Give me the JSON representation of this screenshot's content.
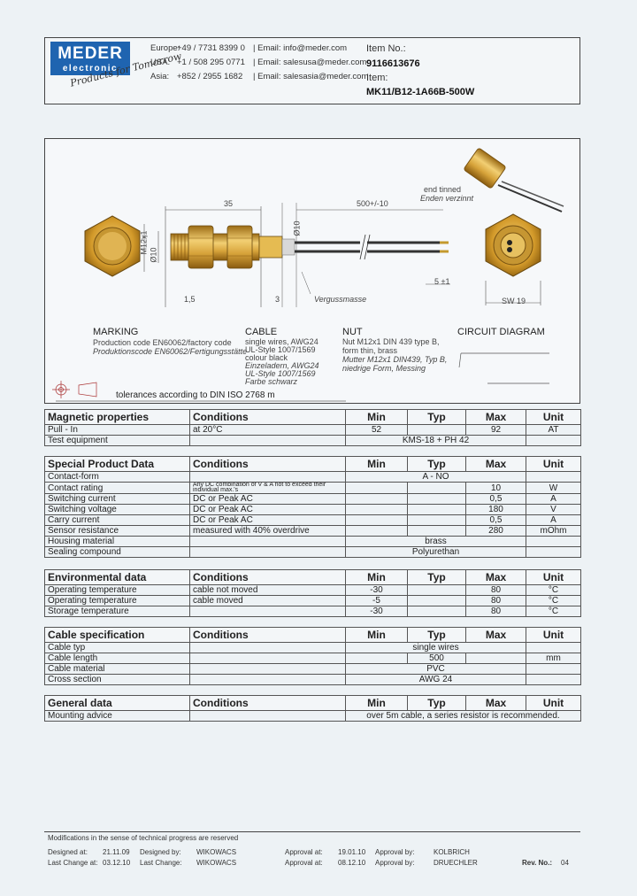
{
  "header": {
    "logo_main": "MEDER",
    "logo_sub": "electronic",
    "tagline": "Products for Tomorrow",
    "contacts": [
      {
        "region": "Europe:",
        "phone": "+49 / 7731 8399 0",
        "email": "| Email: info@meder.com"
      },
      {
        "region": "USA:",
        "phone": "+1 / 508 295 0771",
        "email": "| Email: salesusa@meder.com"
      },
      {
        "region": "Asia:",
        "phone": "+852 / 2955 1682",
        "email": "| Email: salesasia@meder.com"
      }
    ],
    "item_no_label": "Item No.:",
    "item_no_value": "9116613676",
    "item_label": "Item:",
    "item_value": "MK11/B12-1A66B-500W"
  },
  "drawing": {
    "dim_35": "35",
    "dim_500": "500+/-10",
    "dim_sw19": "SW 19",
    "dim_5": "5 ±1",
    "dim_15": "1,5",
    "dim_3": "3",
    "dim_d10": "Ø10",
    "dim_d10b": "Ø10",
    "dim_m12": "M12x1",
    "end_tinned": "end tinned",
    "end_tinned_2": "Enden verzinnt",
    "sealing": "Vergussmasse",
    "marking_title": "MARKING",
    "marking_1": "Production code EN60062/factory code",
    "marking_2": "Produktionscode EN60062/Fertigungsstätte",
    "cable_title": "CABLE",
    "cable_lines": [
      "single wires, AWG24",
      "UL-Style 1007/1569",
      "colour black",
      "Einzeladern, AWG24",
      "UL-Style 1007/1569",
      "Farbe schwarz"
    ],
    "nut_title": "NUT",
    "nut_lines": [
      "Nut M12x1 DIN 439 type B,",
      "form thin, brass",
      "Mutter M12x1 DIN439, Typ B,",
      "niedrige Form, Messing"
    ],
    "circuit_title": "CIRCUIT DIAGRAM",
    "tolerances": "tolerances according to DIN ISO 2768 m"
  },
  "tables": {
    "header_labels": {
      "conditions": "Conditions",
      "min": "Min",
      "typ": "Typ",
      "max": "Max",
      "unit": "Unit"
    },
    "magnetic": {
      "title": "Magnetic properties",
      "rows": [
        {
          "name": "Pull - In",
          "cond": "at 20°C",
          "min": "52",
          "typ": "",
          "max": "92",
          "unit": "AT"
        },
        {
          "name": "Test equipment",
          "span": "KMS-18 + PH 42"
        }
      ]
    },
    "special": {
      "title": "Special Product Data",
      "rows": [
        {
          "name": "Contact-form",
          "span": "A - NO"
        },
        {
          "name": "Contact rating",
          "cond": "Any DC combination of V & A not to exceed their individual max.'s",
          "min": "",
          "typ": "",
          "max": "10",
          "unit": "W"
        },
        {
          "name": "Switching current",
          "cond": "DC or Peak AC",
          "min": "",
          "typ": "",
          "max": "0,5",
          "unit": "A"
        },
        {
          "name": "Switching voltage",
          "cond": "DC or Peak AC",
          "min": "",
          "typ": "",
          "max": "180",
          "unit": "V"
        },
        {
          "name": "Carry current",
          "cond": "DC or Peak AC",
          "min": "",
          "typ": "",
          "max": "0,5",
          "unit": "A"
        },
        {
          "name": "Sensor resistance",
          "cond": "measured with 40% overdrive",
          "min": "",
          "typ": "",
          "max": "280",
          "unit": "mOhm"
        },
        {
          "name": "Housing material",
          "span": "brass"
        },
        {
          "name": "Sealing compound",
          "span": "Polyurethan"
        }
      ]
    },
    "environmental": {
      "title": "Environmental data",
      "rows": [
        {
          "name": "Operating temperature",
          "cond": "cable not moved",
          "min": "-30",
          "typ": "",
          "max": "80",
          "unit": "°C"
        },
        {
          "name": "Operating temperature",
          "cond": "cable moved",
          "min": "-5",
          "typ": "",
          "max": "80",
          "unit": "°C"
        },
        {
          "name": "Storage temperature",
          "cond": "",
          "min": "-30",
          "typ": "",
          "max": "80",
          "unit": "°C"
        }
      ]
    },
    "cable": {
      "title": "Cable specification",
      "rows": [
        {
          "name": "Cable typ",
          "span": "single wires"
        },
        {
          "name": "Cable length",
          "cond": "",
          "min": "",
          "typ": "500",
          "max": "",
          "unit": "mm"
        },
        {
          "name": "Cable material",
          "span": "PVC"
        },
        {
          "name": "Cross section",
          "span": "AWG 24"
        }
      ]
    },
    "general": {
      "title": "General data",
      "rows": [
        {
          "name": "Mounting advice",
          "span": "over 5m cable, a series resistor is recommended."
        }
      ]
    }
  },
  "footer": {
    "note": "Modifications in the sense of technical progress are reserved",
    "designed_at_label": "Designed at:",
    "designed_at": "21.11.09",
    "designed_by_label": "Designed by:",
    "designed_by": "WIKOWACS",
    "approval_at_label": "Approval at:",
    "approval_at": "19.01.10",
    "approval_by_label": "Approval by:",
    "approval_by": "KOLBRICH",
    "last_change_label": "Last Change at:",
    "last_change": "03.12.10",
    "last_change_by_label": "Last Change:",
    "last_change_by": "WIKOWACS",
    "last_approval_label": "Approval at:",
    "last_approval": "08.12.10",
    "last_approval_by_label": "Approval by:",
    "last_approval_by": "DRUECHLER",
    "rev_label": "Rev. No.:",
    "rev": "04"
  }
}
